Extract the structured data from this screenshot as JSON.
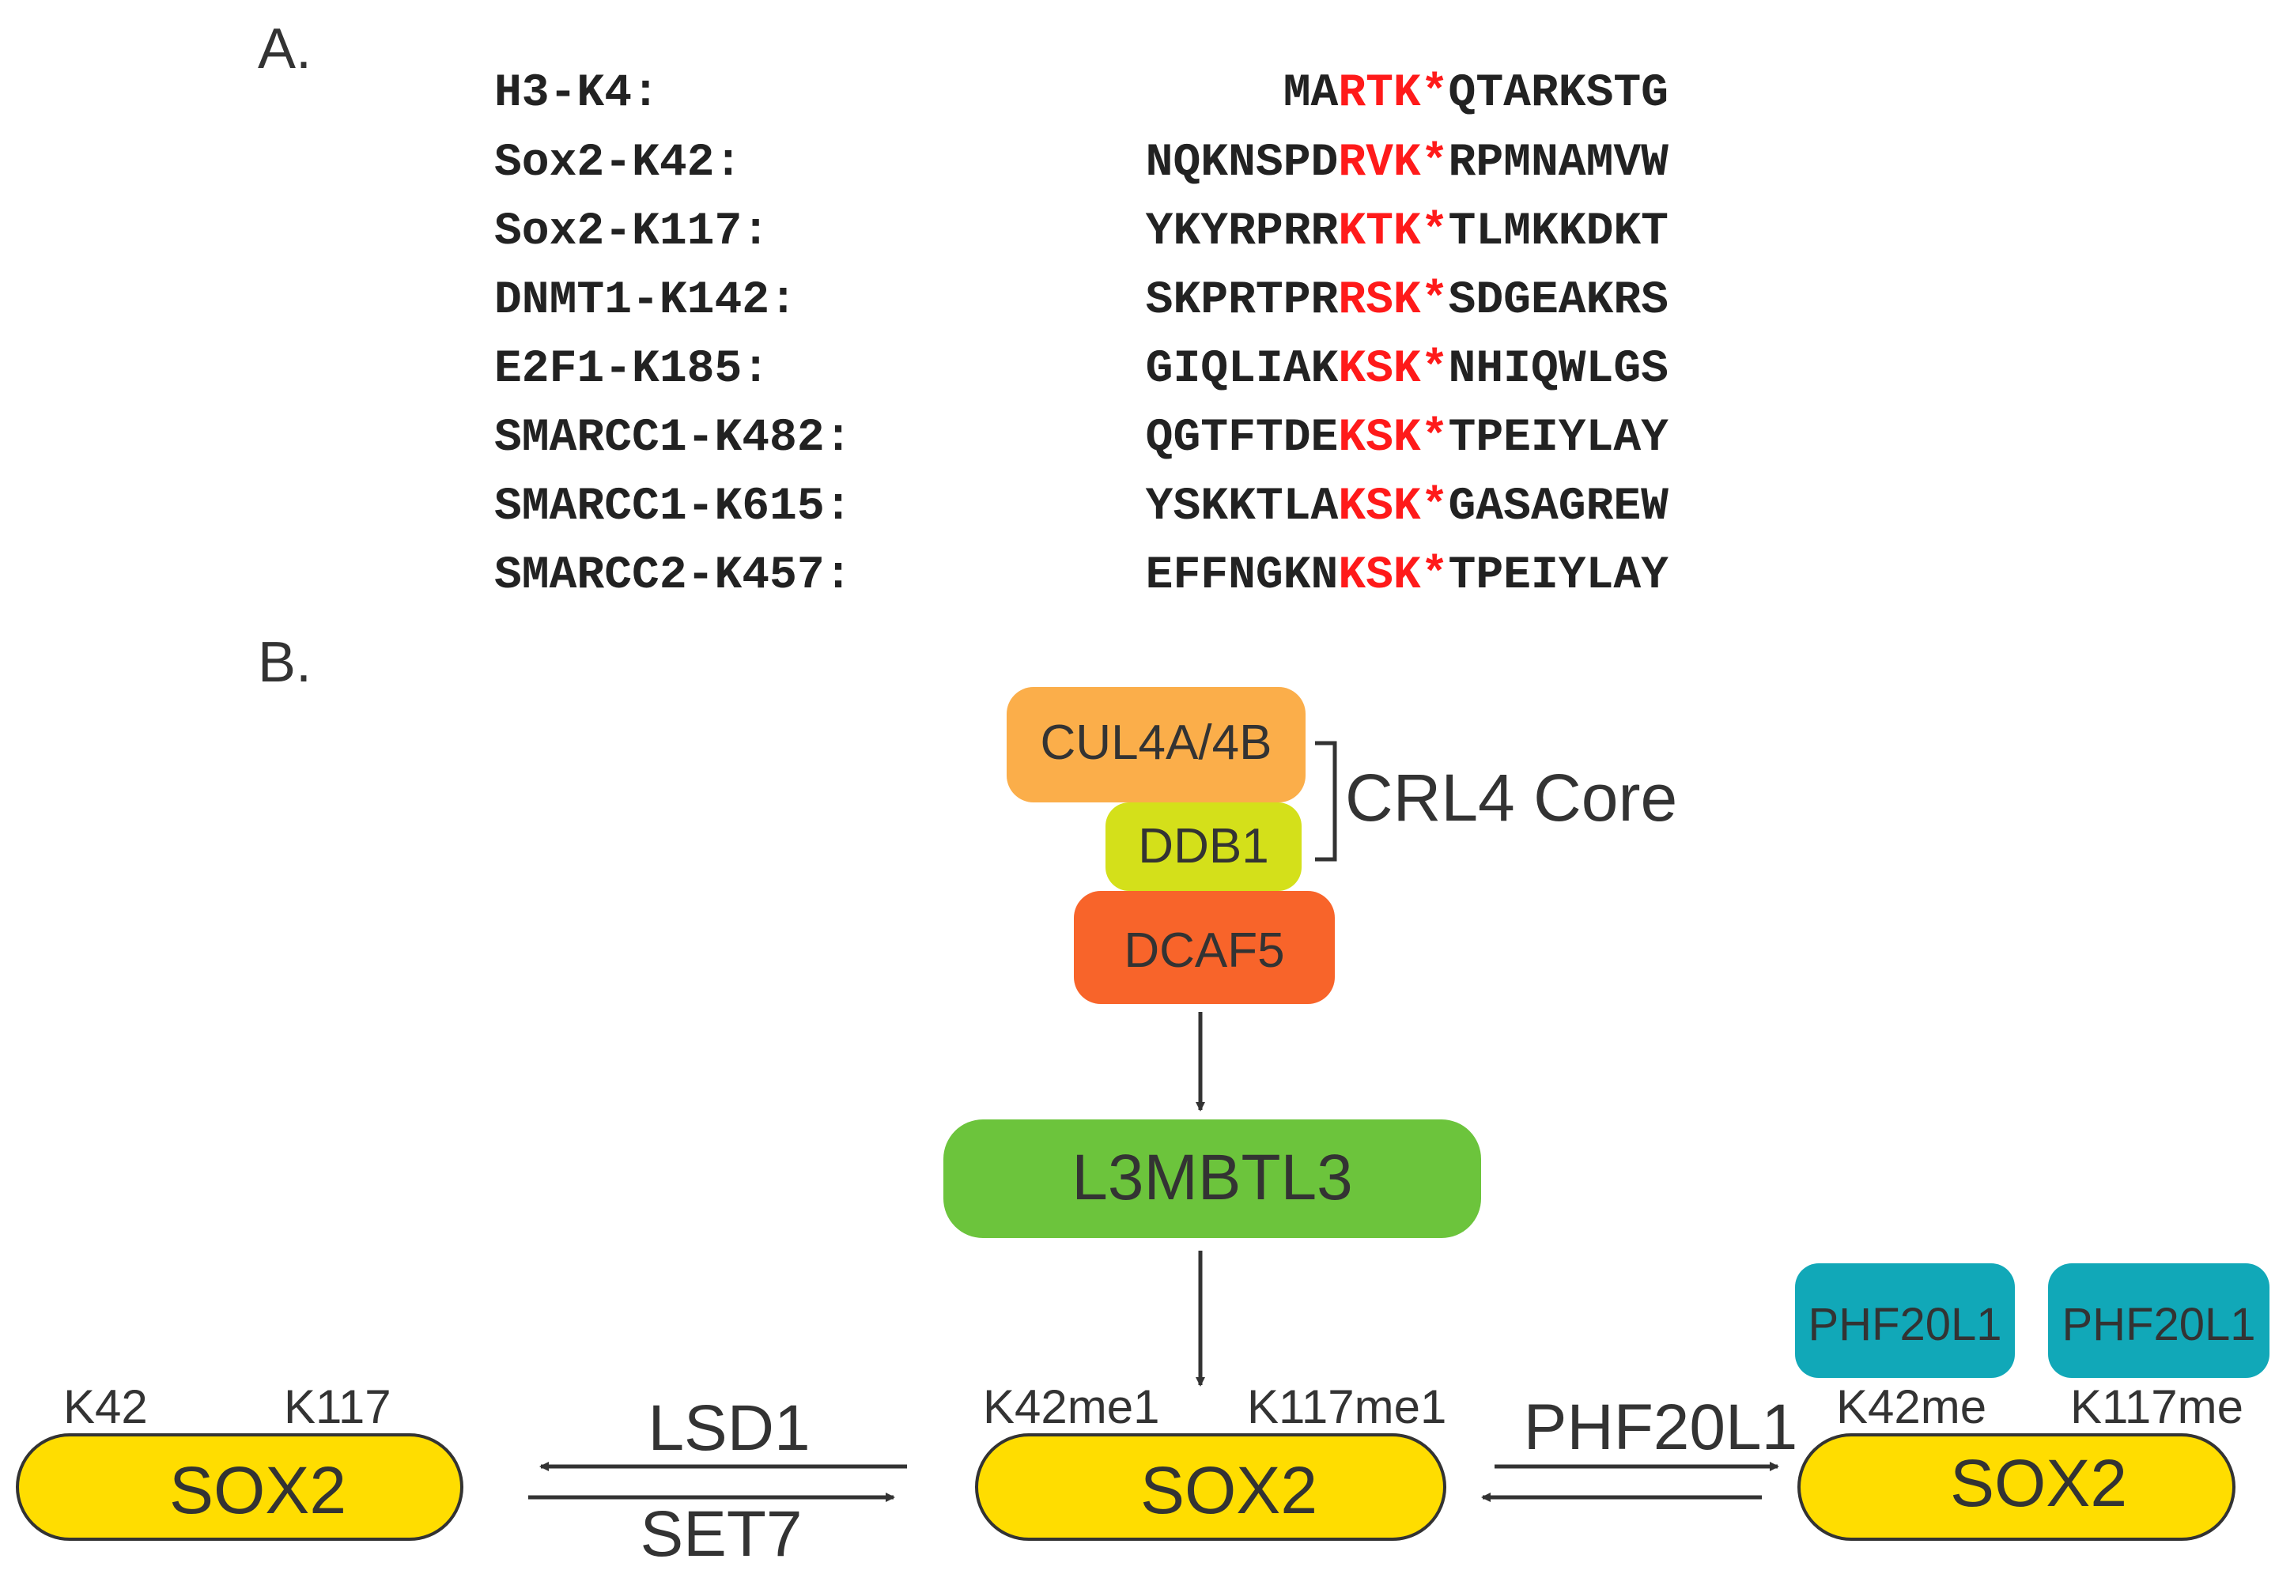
{
  "panel_a": {
    "label": "A.",
    "rows": [
      {
        "name": "H3-K4:",
        "pre": "MA",
        "motif": "RTK",
        "star": "*",
        "post": "QTARKSTG"
      },
      {
        "name": "Sox2-K42:",
        "pre": "NQKNSPD",
        "motif": "RVK",
        "star": "*",
        "post": "RPMNAMVW"
      },
      {
        "name": "Sox2-K117:",
        "pre": "YKYRPRR",
        "motif": "KTK",
        "star": "*",
        "post": "TLMKKDKT"
      },
      {
        "name": "DNMT1-K142:",
        "pre": "SKPRTPR",
        "motif": "RSK",
        "star": "*",
        "post": "SDGEAKRS"
      },
      {
        "name": "E2F1-K185:",
        "pre": "GIQLIAK",
        "motif": "KSK",
        "star": "*",
        "post": "NHIQWLGS"
      },
      {
        "name": "SMARCC1-K482:",
        "pre": "QGTFTDE",
        "motif": "KSK",
        "star": "*",
        "post": "TPEIYLAY"
      },
      {
        "name": "SMARCC1-K615:",
        "pre": "YSKKTLA",
        "motif": "KSK",
        "star": "*",
        "post": "GASAGREW"
      },
      {
        "name": "SMARCC2-K457:",
        "pre": "EFFNGKN",
        "motif": "KSK",
        "star": "*",
        "post": "TPEIYLAY"
      }
    ]
  },
  "panel_b": {
    "label": "B.",
    "complex": {
      "cul4": "CUL4A/4B",
      "ddb1": "DDB1",
      "dcaf5": "DCAF5",
      "core_label": "CRL4 Core",
      "l3mbtl3": "L3MBTL3"
    },
    "sox_left": {
      "label": "SOX2",
      "site1": "K42",
      "site2": "K117"
    },
    "sox_mid": {
      "label": "SOX2",
      "site1": "K42me1",
      "site2": "K117me1"
    },
    "sox_right": {
      "label": "SOX2",
      "site1": "K42me",
      "site2": "K117me"
    },
    "reader_1": "PHF20L1",
    "reader_2": "PHF20L1",
    "arrows": {
      "demethylase": "LSD1",
      "methylase": "SET7",
      "reader": "PHF20L1"
    }
  },
  "colors": {
    "motif": "#ff1a1a",
    "cul4": "#fbae4a",
    "ddb1": "#d4e01a",
    "dcaf5": "#f8642a",
    "l3mbtl3": "#6cc43c",
    "sox2": "#ffdd00",
    "phf20l1": "#11a8b8",
    "text": "#333333"
  }
}
